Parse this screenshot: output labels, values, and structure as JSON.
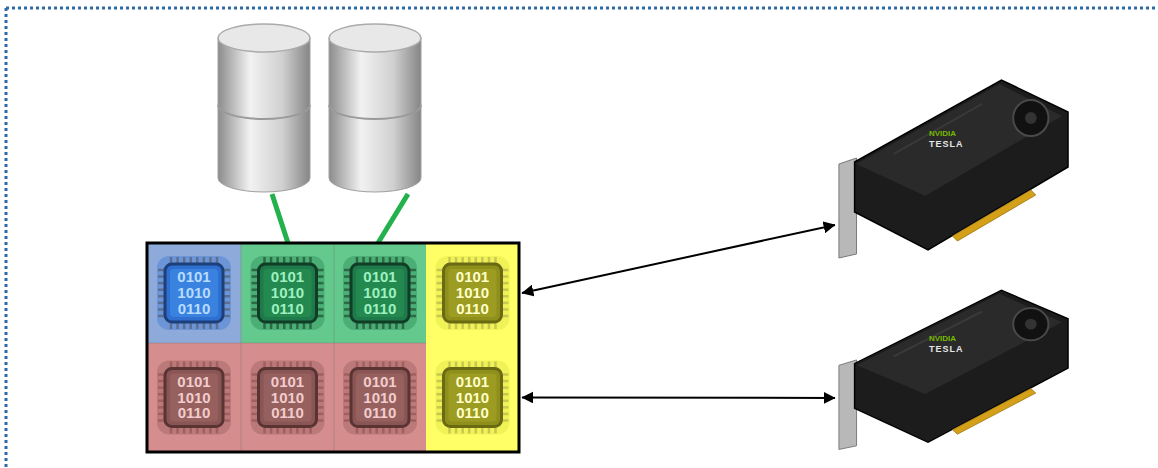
{
  "diagram": {
    "nodes": [
      {
        "text": [
          "0101 1010 0110"
        ]
      },
      {
        "text": [
          "0101 1010 0110"
        ]
      },
      {
        "text": [
          "0101 1010 0110"
        ]
      },
      {
        "text": [
          "0101 1010 0110"
        ]
      },
      {
        "text": [
          "0101 1010 0110"
        ]
      },
      {
        "text": [
          "0101 1010 0110"
        ]
      },
      {
        "text": [
          "0101 1010 0110"
        ]
      },
      {
        "text": [
          "0101 1010 0110"
        ]
      },
      {
        "text": [
          "NVIDIA",
          "TESLA"
        ]
      },
      {
        "text": [
          "NVIDIA",
          "TESLA"
        ]
      }
    ],
    "edges": [
      {
        "from": 3,
        "to": 8,
        "arrow": "both"
      },
      {
        "from": 7,
        "to": 9,
        "arrow": "both"
      }
    ]
  }
}
